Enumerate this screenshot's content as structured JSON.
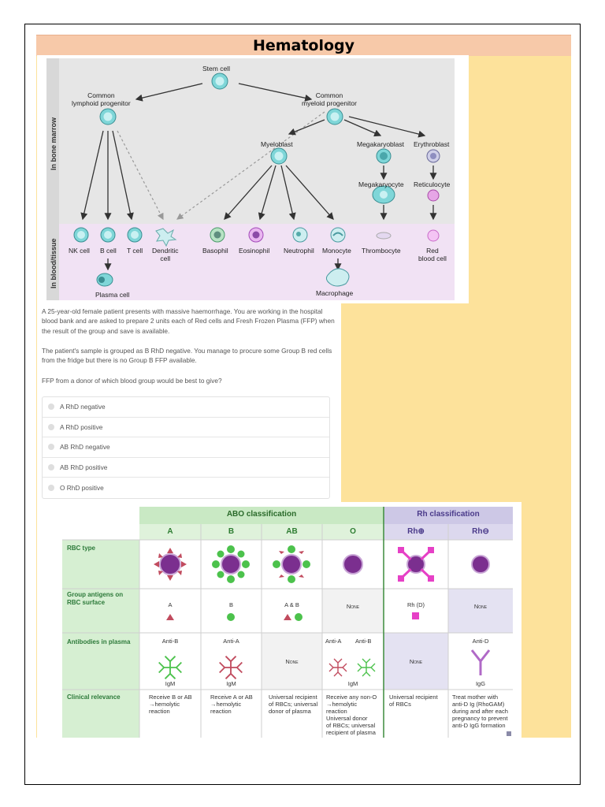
{
  "title": "Hematology",
  "hematopoiesis": {
    "side_labels": {
      "bone_marrow": "In bone marrow",
      "blood_tissue": "In blood/tissue"
    },
    "stem_cell": "Stem cell",
    "lymphoid_progenitor": "Common\nlymphoid progenitor",
    "myeloid_progenitor": "Common\nmyeloid progenitor",
    "myeloblast": "Myeloblast",
    "megakaryoblast": "Megakaryoblast",
    "erythroblast": "Erythroblast",
    "megakaryocyte": "Megakaryocyte",
    "reticulocyte": "Reticulocyte",
    "nk_cell": "NK cell",
    "b_cell": "B cell",
    "t_cell": "T cell",
    "dendritic_cell": "Dendritic\ncell",
    "basophil": "Basophil",
    "eosinophil": "Eosinophil",
    "neutrophil": "Neutrophil",
    "monocyte": "Monocyte",
    "thrombocyte": "Thrombocyte",
    "red_blood_cell": "Red\nblood cell",
    "plasma_cell": "Plasma cell",
    "macrophage": "Macrophage"
  },
  "question": {
    "para1": "A 25-year-old female patient presents with massive haemorrhage. You are working in the hospital blood bank and are asked to prepare 2 units each of Red cells and Fresh Frozen Plasma (FFP) when the result of the group and save is available.",
    "para2": "The patient's sample is grouped as B RhD negative. You manage to procure some Group B red cells from the fridge but there is no Group B FFP available.",
    "para3": "FFP from a donor of which blood group would be best to give?",
    "options": [
      "A RhD negative",
      "A RhD positive",
      "AB RhD negative",
      "AB RhD positive",
      "O RhD positive"
    ]
  },
  "abo_table": {
    "abo_header": "ABO classification",
    "rh_header": "Rh classification",
    "columns": [
      "A",
      "B",
      "AB",
      "O",
      "Rh⊕",
      "Rh⊖"
    ],
    "row_heads": {
      "rbc_type": "RBC type",
      "antigens": "Group antigens on\nRBC surface",
      "antibodies": "Antibodies in plasma",
      "clinical": "Clinical relevance"
    },
    "antigens": [
      "A",
      "B",
      "A & B",
      "None",
      "Rh (D)",
      "None"
    ],
    "antibodies": {
      "a_col": "Anti-B",
      "b_col": "Anti-A",
      "ab_col": "None",
      "o_col_1": "Anti-A",
      "o_col_2": "Anti-B",
      "rhpos_col": "None",
      "rhneg_col": "Anti-D",
      "igm": "IgM",
      "igg": "IgG"
    },
    "clinical": [
      "Receive B or AB\n→hemolytic\nreaction",
      "Receive A or AB\n→hemolytic\nreaction",
      "Universal recipient\nof RBCs; universal\ndonor of plasma",
      "Receive any non-O\n→hemolytic\nreaction\nUniversal donor\nof RBCs; universal\nrecipient of plasma",
      "Universal recipient\nof RBCs",
      "Treat mother with\nanti-D Ig (RhoGAM)\nduring and after each\npregnancy to prevent\nanti-D IgG formation"
    ]
  },
  "colors": {
    "title_bar": "#f7c9a9",
    "page_yellow": "#fde29b",
    "marrow_bg": "#e6e6e6",
    "blood_bg": "#f1e2f4",
    "cell_teal": "#7fd6d8",
    "abo_header_green": "#c9e9c4",
    "rh_header_purple": "#cdc8e6",
    "antigen_red": "#c14b5e",
    "antigen_green": "#4cc24c",
    "purple_cell": "#7b2f8f",
    "magenta": "#e640c6"
  }
}
